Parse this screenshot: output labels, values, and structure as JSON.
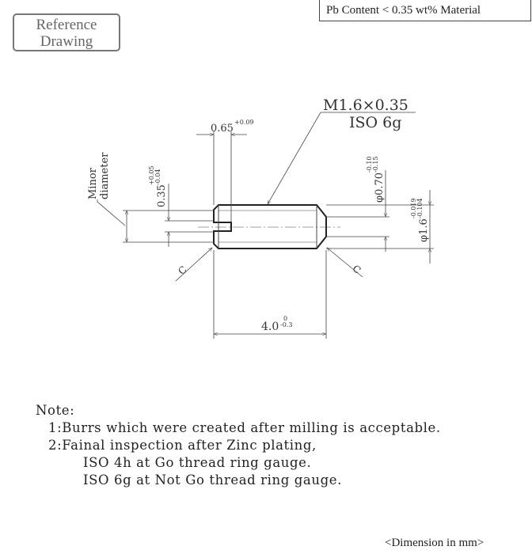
{
  "header": {
    "material": "Pb Content < 0.35 wt% Material",
    "reference_line1": "Reference",
    "reference_line2": "Drawing"
  },
  "drawing": {
    "thread_spec": "M1.6×0.35",
    "thread_class": "ISO 6g",
    "slot_width": "0.65",
    "slot_width_tol": "+0.09",
    "minor_label_1": "Minor",
    "minor_label_2": "diameter",
    "slot_depth": "0.35",
    "slot_depth_tol_upper": "+0.05",
    "slot_depth_tol_lower": "-0.04",
    "tip_dia": "φ0.70",
    "tip_dia_tol_upper": "-0.10",
    "tip_dia_tol_lower": "-0.15",
    "major_dia": "φ1.6",
    "major_dia_tol_upper": "-0.019",
    "major_dia_tol_lower": "-0.104",
    "chamfer_left": "C",
    "chamfer_right": "C",
    "length": "4.0",
    "length_tol_upper": "0",
    "length_tol_lower": "-0.3"
  },
  "notes": {
    "title": "Note:",
    "items": [
      "1:Burrs which were created after milling is acceptable.",
      "2:Fainal inspection after Zinc plating,",
      "ISO 4h at Go thread ring gauge.",
      "ISO 6g at Not Go thread ring gauge."
    ]
  },
  "footer": {
    "dimension_unit": "<Dimension in mm>"
  }
}
